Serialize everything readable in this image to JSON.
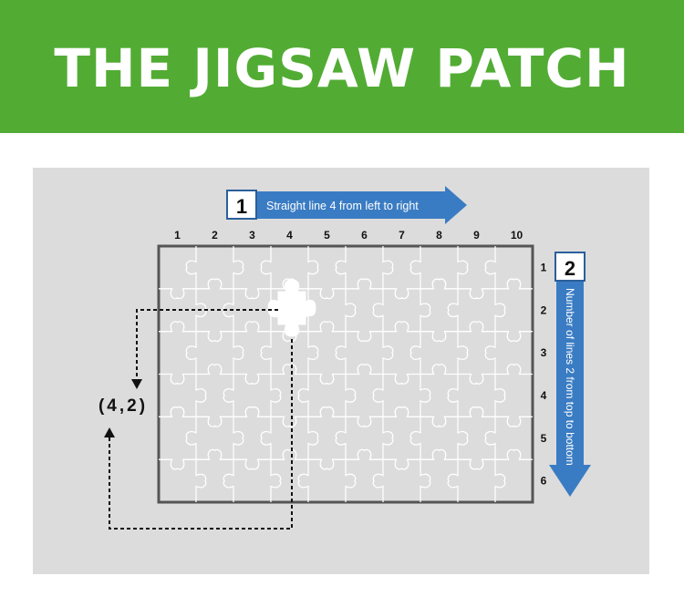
{
  "banner": {
    "title": "THE JIGSAW PATCH"
  },
  "grid": {
    "columns": [
      "1",
      "2",
      "3",
      "4",
      "5",
      "6",
      "7",
      "8",
      "9",
      "10"
    ],
    "rows": [
      "1",
      "2",
      "3",
      "4",
      "5",
      "6"
    ],
    "missing_piece": {
      "col": 4,
      "row": 2
    }
  },
  "step1": {
    "number": "1",
    "text": "Straight line 4 from left to right"
  },
  "step2": {
    "number": "2",
    "text": "Number of lines 2 from top to bottom"
  },
  "coordinate": {
    "label": "(4,2)"
  },
  "colors": {
    "banner": "#52ac34",
    "panel": "#dcdcdc",
    "arrow": "#3a7cc3",
    "frame": "#555555",
    "piece_line": "#ffffff"
  }
}
